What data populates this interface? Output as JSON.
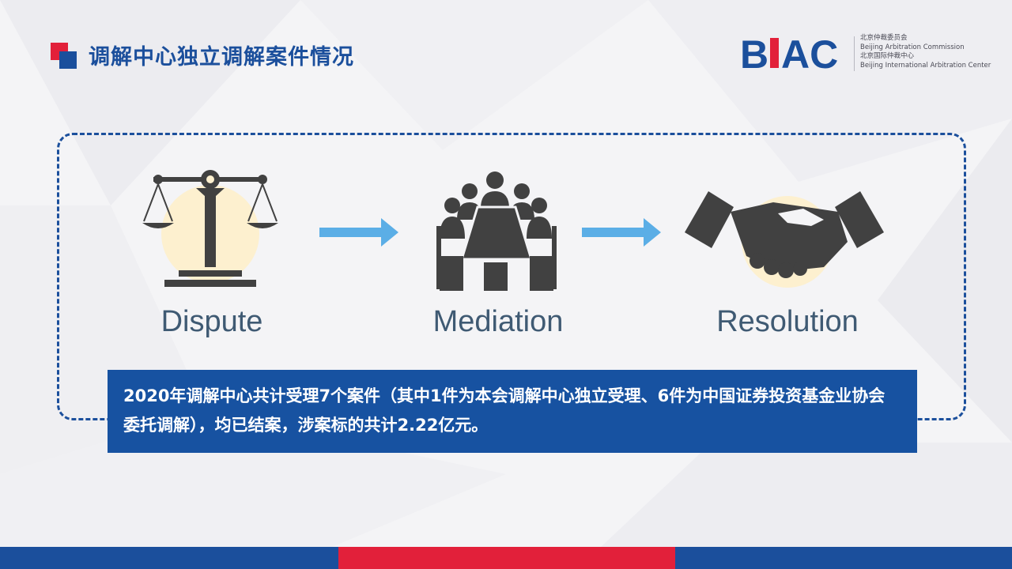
{
  "slide": {
    "title": "调解中心独立调解案件情况"
  },
  "logo": {
    "mark_text": "BIAC",
    "lines": [
      "北京仲裁委员会",
      "Beijing Arbitration Commission",
      "北京国际仲裁中心",
      "Beijing International Arbitration Center"
    ]
  },
  "flow": {
    "steps": [
      {
        "label": "Dispute",
        "icon": "scales-icon"
      },
      {
        "label": "Mediation",
        "icon": "meeting-table-icon"
      },
      {
        "label": "Resolution",
        "icon": "handshake-icon"
      }
    ]
  },
  "summary": {
    "text": "2020年调解中心共计受理7个案件（其中1件为本会调解中心独立受理、6件为中国证券投资基金业协会委托调解），均已结案，涉案标的共计2.22亿元。"
  },
  "colors": {
    "brand_blue": "#1b4f9c",
    "brand_red": "#e2203a",
    "summary_bg": "#1752a1",
    "arrow": "#5baee6",
    "icon_dark": "#414141",
    "icon_halo": "#fdf0cf",
    "label_text": "#3f5a73"
  }
}
